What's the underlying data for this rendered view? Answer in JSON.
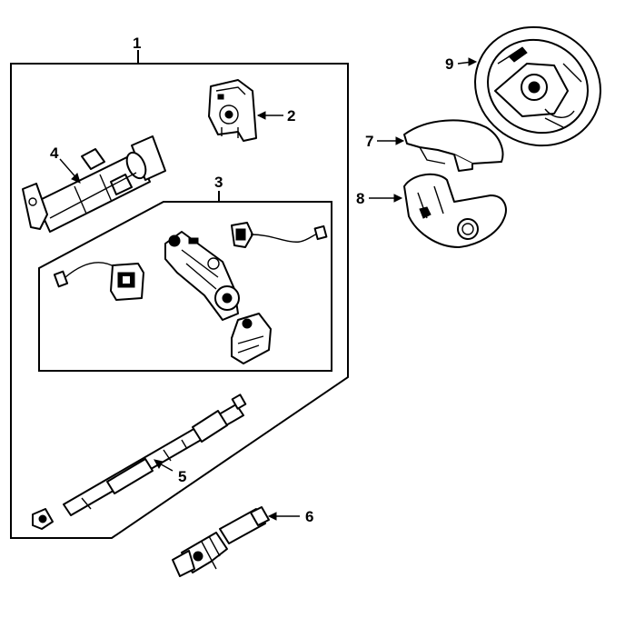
{
  "callouts": [
    {
      "id": "1",
      "label": "1"
    },
    {
      "id": "2",
      "label": "2"
    },
    {
      "id": "3",
      "label": "3"
    },
    {
      "id": "4",
      "label": "4"
    },
    {
      "id": "5",
      "label": "5"
    },
    {
      "id": "6",
      "label": "6"
    },
    {
      "id": "7",
      "label": "7"
    },
    {
      "id": "8",
      "label": "8"
    },
    {
      "id": "9",
      "label": "9"
    }
  ],
  "colors": {
    "ink": "#000000",
    "background": "#ffffff"
  }
}
